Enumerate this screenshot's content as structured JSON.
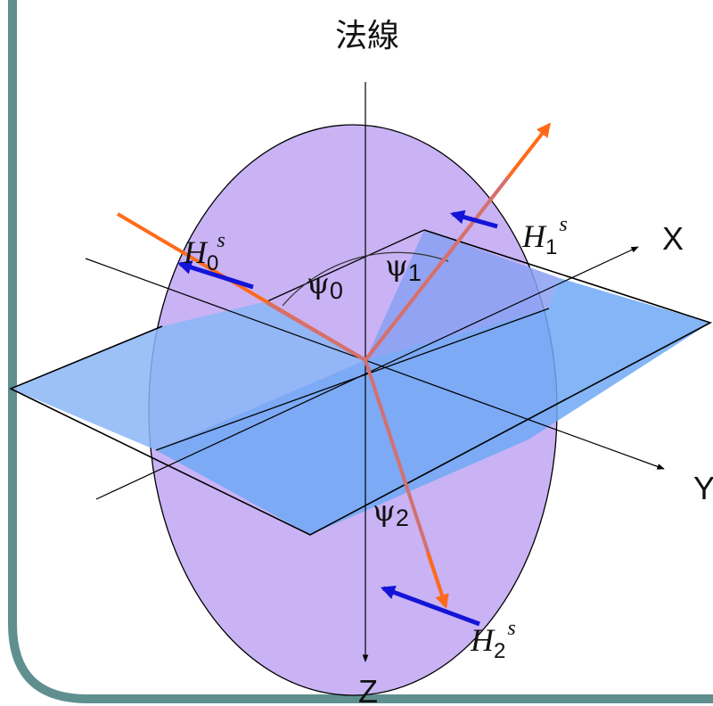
{
  "title": "法線",
  "axes": {
    "x": "X",
    "y": "Y",
    "z": "Z"
  },
  "angles": {
    "psi0": "ψ",
    "psi0_sub": "0",
    "psi1": "ψ",
    "psi1_sub": "1",
    "psi2": "ψ",
    "psi2_sub": "2"
  },
  "fields": {
    "h0": {
      "base": "H",
      "sub": "0",
      "sup": "s"
    },
    "h1": {
      "base": "H",
      "sub": "1",
      "sup": "s"
    },
    "h2": {
      "base": "H",
      "sub": "2",
      "sup": "s"
    }
  },
  "colors": {
    "frame": "#5f8f8f",
    "ellipse_fill": "#c9b3f5",
    "back_plane": "#8aa0f2",
    "front_plane": "#7fbef8",
    "left_plane": "#a8c8f8",
    "ray": "#ff6a1a",
    "ray_in_plane": "#d4706e",
    "vector_arrow": "#1414d8",
    "axis": "#000000"
  },
  "icons": {
    "incident_ray": "incident-ray-line",
    "reflected_ray": "reflected-ray-arrow",
    "transmitted_ray": "transmitted-ray-arrow",
    "vectors": "blue-field-arrow"
  }
}
